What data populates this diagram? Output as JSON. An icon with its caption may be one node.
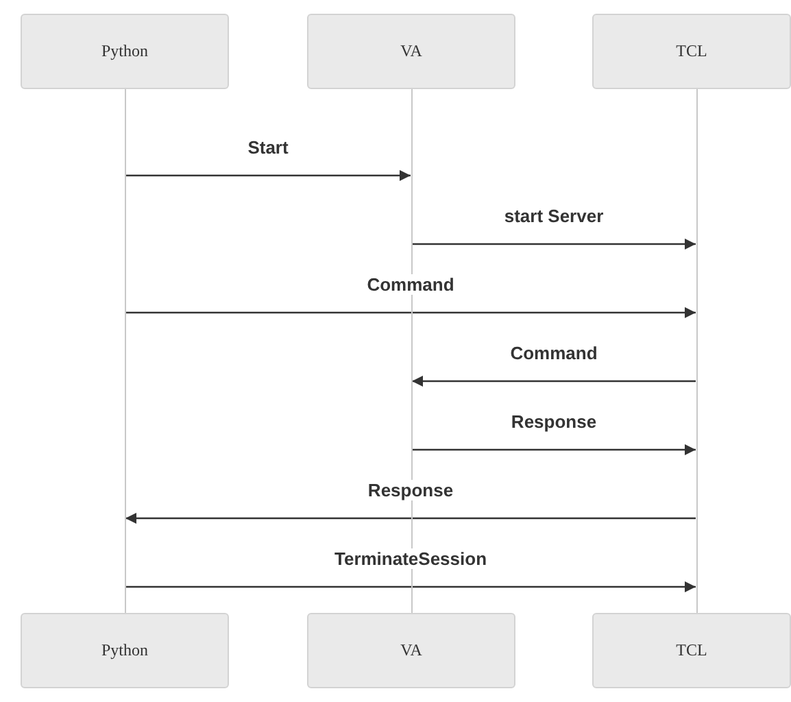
{
  "diagram": {
    "nodes": [
      {
        "text": [
          "Python"
        ]
      },
      {
        "text": [
          "VA"
        ]
      },
      {
        "text": [
          "TCL"
        ]
      },
      {
        "text": [],
        "shape": "bar"
      },
      {
        "text": [],
        "shape": "bar"
      },
      {
        "text": [],
        "shape": "bar"
      },
      {
        "text": [
          "Python"
        ]
      },
      {
        "text": [
          "VA"
        ]
      },
      {
        "text": [
          "TCL"
        ]
      }
    ],
    "edges": [
      {
        "from": 3,
        "to": 4,
        "arrow": "to",
        "label": "Start"
      },
      {
        "from": 4,
        "to": 5,
        "arrow": "to",
        "label": "start Server"
      },
      {
        "from": 3,
        "to": 5,
        "arrow": "to",
        "label": "Command"
      },
      {
        "from": 5,
        "to": 4,
        "arrow": "to",
        "label": "Command"
      },
      {
        "from": 4,
        "to": 5,
        "arrow": "to",
        "label": "Response"
      },
      {
        "from": 5,
        "to": 3,
        "arrow": "to",
        "label": "Response"
      },
      {
        "from": 3,
        "to": 5,
        "arrow": "to",
        "label": "TerminateSession"
      }
    ]
  }
}
